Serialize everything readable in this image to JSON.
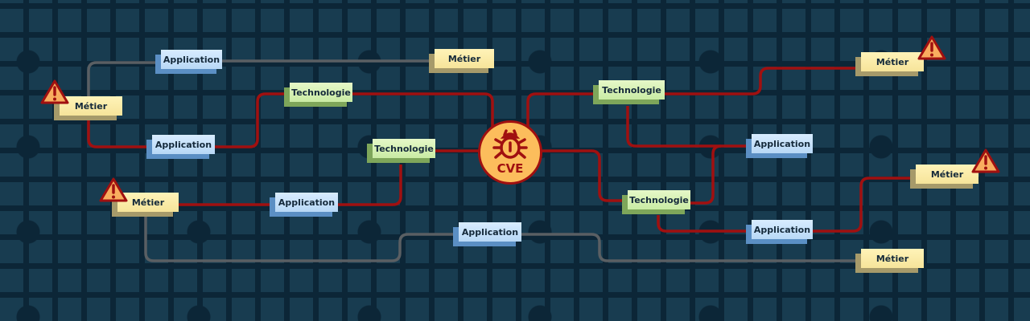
{
  "colors": {
    "impact_line": "#a01010",
    "neutral_line": "#5a5f63",
    "background": "#183c50"
  },
  "cve": {
    "label": "CVE",
    "icon": "bug-icon"
  },
  "nodes": {
    "app_top": "Application",
    "metier_top": "Métier",
    "metier_left": "Métier",
    "tech_left": "Technologie",
    "app_left": "Application",
    "tech_center": "Technologie",
    "metier_left2": "Métier",
    "app_left2": "Application",
    "app_bottom": "Application",
    "tech_right": "Technologie",
    "metier_right_top": "Métier",
    "app_right": "Application",
    "tech_right2": "Technologie",
    "metier_right_mid": "Métier",
    "app_right2": "Application",
    "metier_right_bottom": "Métier"
  }
}
